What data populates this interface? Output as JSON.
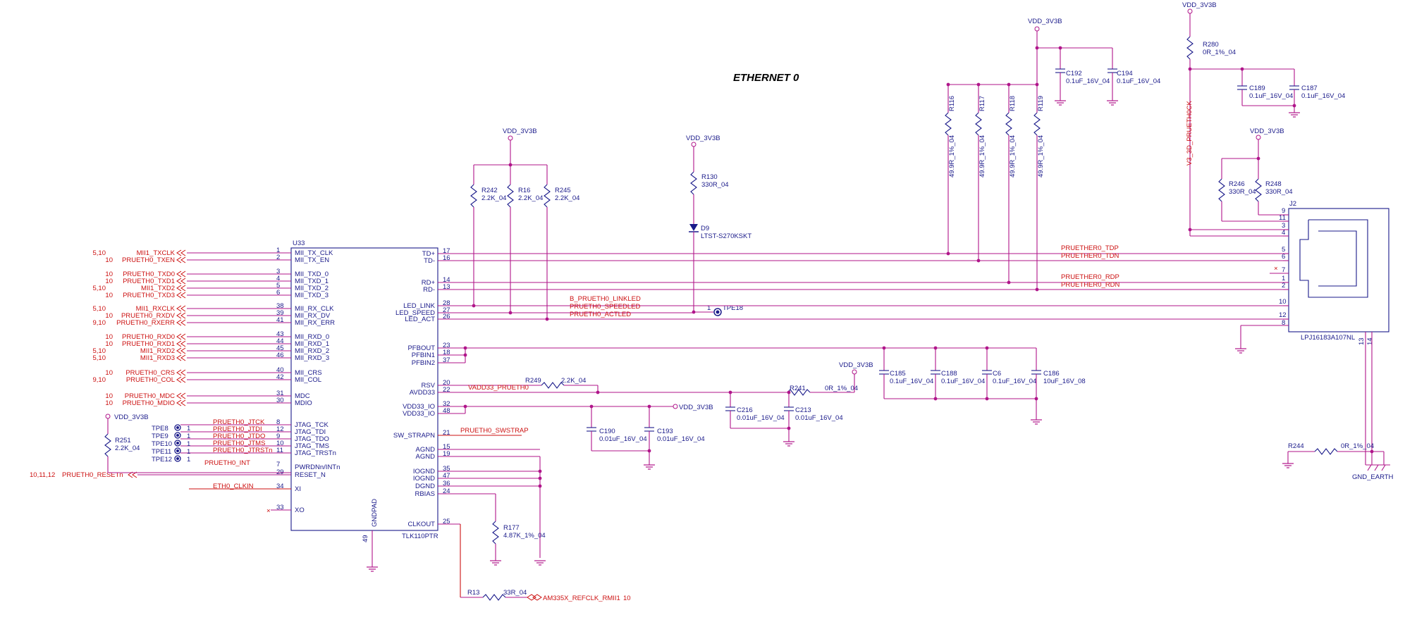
{
  "title": "ETHERNET 0",
  "ic": {
    "ref": "U33",
    "part": "TLK110PTR",
    "gndpad_label": "GNDPAD",
    "gndpad_pin": "49",
    "left_pins": [
      {
        "num": "1",
        "name": "MII_TX_CLK",
        "net": "MII1_TXCLK",
        "sheet": "5,10"
      },
      {
        "num": "2",
        "name": "MII_TX_EN",
        "net": "PRUETH0_TXEN",
        "sheet": "10"
      },
      {
        "num": "3",
        "name": "MII_TXD_0",
        "net": "PRUETH0_TXD0",
        "sheet": "10"
      },
      {
        "num": "4",
        "name": "MII_TXD_1",
        "net": "PRUETH0_TXD1",
        "sheet": "10"
      },
      {
        "num": "5",
        "name": "MII_TXD_2",
        "net": "MII1_TXD2",
        "sheet": "5,10"
      },
      {
        "num": "6",
        "name": "MII_TXD_3",
        "net": "PRUETH0_TXD3",
        "sheet": "10"
      },
      {
        "num": "38",
        "name": "MII_RX_CLK",
        "net": "MII1_RXCLK",
        "sheet": "5,10"
      },
      {
        "num": "39",
        "name": "MII_RX_DV",
        "net": "PRUETH0_RXDV",
        "sheet": "10"
      },
      {
        "num": "41",
        "name": "MII_RX_ERR",
        "net": "PRUETH0_RXERR",
        "sheet": "9,10"
      },
      {
        "num": "43",
        "name": "MII_RXD_0",
        "net": "PRUETH0_RXD0",
        "sheet": "10"
      },
      {
        "num": "44",
        "name": "MII_RXD_1",
        "net": "PRUETH0_RXD1",
        "sheet": "10"
      },
      {
        "num": "45",
        "name": "MII_RXD_2",
        "net": "MII1_RXD2",
        "sheet": "5,10"
      },
      {
        "num": "46",
        "name": "MII_RXD_3",
        "net": "MII1_RXD3",
        "sheet": "5,10"
      },
      {
        "num": "40",
        "name": "MII_CRS",
        "net": "PRUETH0_CRS",
        "sheet": "10"
      },
      {
        "num": "42",
        "name": "MII_COL",
        "net": "PRUETH0_COL",
        "sheet": "9,10"
      },
      {
        "num": "31",
        "name": "MDC",
        "net": "PRUETH0_MDC",
        "sheet": "10"
      },
      {
        "num": "30",
        "name": "MDIO",
        "net": "PRUETH0_MDIO",
        "sheet": "10"
      },
      {
        "num": "8",
        "name": "JTAG_TCK",
        "net": "PRUETH0_JTCK",
        "sheet": ""
      },
      {
        "num": "12",
        "name": "JTAG_TDI",
        "net": "PRUETH0_JTDI",
        "sheet": ""
      },
      {
        "num": "9",
        "name": "JTAG_TDO",
        "net": "PRUETH0_JTDO",
        "sheet": ""
      },
      {
        "num": "10",
        "name": "JTAG_TMS",
        "net": "PRUETH0_JTMS",
        "sheet": ""
      },
      {
        "num": "11",
        "name": "JTAG_TRSTn",
        "net": "PRUETH0_JTRSTn",
        "sheet": ""
      },
      {
        "num": "7",
        "name": "PWRDNn/INTn",
        "net": "PRUETH0_INT",
        "sheet": ""
      },
      {
        "num": "29",
        "name": "RESET_N",
        "net": "PRUETH0_RESETn",
        "sheet": "10,11,12"
      },
      {
        "num": "34",
        "name": "XI",
        "net": "ETH0_CLKIN",
        "sheet": ""
      },
      {
        "num": "33",
        "name": "XO",
        "net": "",
        "sheet": ""
      }
    ],
    "right_pins": [
      {
        "num": "17",
        "name": "TD+"
      },
      {
        "num": "16",
        "name": "TD-"
      },
      {
        "num": "14",
        "name": "RD+"
      },
      {
        "num": "13",
        "name": "RD-"
      },
      {
        "num": "28",
        "name": "LED_LINK"
      },
      {
        "num": "27",
        "name": "LED_SPEED"
      },
      {
        "num": "26",
        "name": "LED_ACT"
      },
      {
        "num": "23",
        "name": "PFBOUT"
      },
      {
        "num": "18",
        "name": "PFBIN1"
      },
      {
        "num": "37",
        "name": "PFBIN2"
      },
      {
        "num": "20",
        "name": "RSV"
      },
      {
        "num": "22",
        "name": "AVDD33"
      },
      {
        "num": "32",
        "name": "VDD33_IO"
      },
      {
        "num": "48",
        "name": "VDD33_IO"
      },
      {
        "num": "21",
        "name": "SW_STRAPN"
      },
      {
        "num": "15",
        "name": "AGND"
      },
      {
        "num": "19",
        "name": "AGND"
      },
      {
        "num": "35",
        "name": "IOGND"
      },
      {
        "num": "47",
        "name": "IOGND"
      },
      {
        "num": "36",
        "name": "DGND"
      },
      {
        "num": "24",
        "name": "RBIAS"
      },
      {
        "num": "25",
        "name": "CLKOUT"
      }
    ]
  },
  "tpe": [
    "TPE8",
    "TPE9",
    "TPE10",
    "TPE11",
    "TPE12"
  ],
  "tpe_pin": "1",
  "power": "VDD_3V3B",
  "nets": {
    "tdp": "PRUETHER0_TDP",
    "tdn": "PRUETHER0_TDN",
    "rdp": "PRUETHER0_RDP",
    "rdn": "PRUETHER0_RDN",
    "linkled": "B_PRUETH0_LINKLED",
    "speedled": "PRUETH0_SPEEDLED",
    "actled": "PRUETH0_ACTLED",
    "vadd": "VADD33_PRUETH0",
    "swstrap": "PRUETH0_SWSTRAP",
    "refclk": "AM335X_REFCLK_RMII1",
    "refclk_sheet": "10",
    "v33": "V3_3D_PRUETH0CK"
  },
  "components": {
    "R242": {
      "ref": "R242",
      "val": "2.2K_04"
    },
    "R16": {
      "ref": "R16",
      "val": "2.2K_04"
    },
    "R245": {
      "ref": "R245",
      "val": "2.2K_04"
    },
    "R130": {
      "ref": "R130",
      "val": "330R_04"
    },
    "D9": {
      "ref": "D9",
      "val": "LTST-S270KSKT"
    },
    "TPE18": {
      "ref": "TPE18",
      "pin": "1"
    },
    "R116": {
      "ref": "R116",
      "val": "49.9R_1%_04"
    },
    "R117": {
      "ref": "R117",
      "val": "49.9R_1%_04"
    },
    "R118": {
      "ref": "R118",
      "val": "49.9R_1%_04"
    },
    "R119": {
      "ref": "R119",
      "val": "49.9R_1%_04"
    },
    "C192": {
      "ref": "C192",
      "val": "0.1uF_16V_04"
    },
    "C194": {
      "ref": "C194",
      "val": "0.1uF_16V_04"
    },
    "R280": {
      "ref": "R280",
      "val": "0R_1%_04"
    },
    "C189": {
      "ref": "C189",
      "val": "0.1uF_16V_04"
    },
    "C187": {
      "ref": "C187",
      "val": "0.1uF_16V_04"
    },
    "R246": {
      "ref": "R246",
      "val": "330R_04"
    },
    "R248": {
      "ref": "R248",
      "val": "330R_04"
    },
    "J2": {
      "ref": "J2",
      "val": "LPJ16183A107NL"
    },
    "R251": {
      "ref": "R251",
      "val": "2.2K_04"
    },
    "R249": {
      "ref": "R249",
      "val": "2.2K_04"
    },
    "R241": {
      "ref": "R241",
      "val": "0R_1%_04"
    },
    "C185": {
      "ref": "C185",
      "val": "0.1uF_16V_04"
    },
    "C188": {
      "ref": "C188",
      "val": "0.1uF_16V_04"
    },
    "C6": {
      "ref": "C6",
      "val": "0.1uF_16V_04"
    },
    "C186": {
      "ref": "C186",
      "val": "10uF_16V_08"
    },
    "C216": {
      "ref": "C216",
      "val": "0.01uF_16V_04"
    },
    "C213": {
      "ref": "C213",
      "val": "0.01uF_16V_04"
    },
    "C190": {
      "ref": "C190",
      "val": "0.01uF_16V_04"
    },
    "C193": {
      "ref": "C193",
      "val": "0.01uF_16V_04"
    },
    "R177": {
      "ref": "R177",
      "val": "4.87K_1%_04"
    },
    "R13": {
      "ref": "R13",
      "val": "33R_04"
    },
    "R244": {
      "ref": "R244",
      "val": "0R_1%_04"
    }
  },
  "gnd_earth": "GND_EARTH",
  "j2_pins": [
    "9",
    "11",
    "3",
    "4",
    "5",
    "6",
    "7",
    "1",
    "2",
    "10",
    "12",
    "8",
    "13",
    "14"
  ]
}
